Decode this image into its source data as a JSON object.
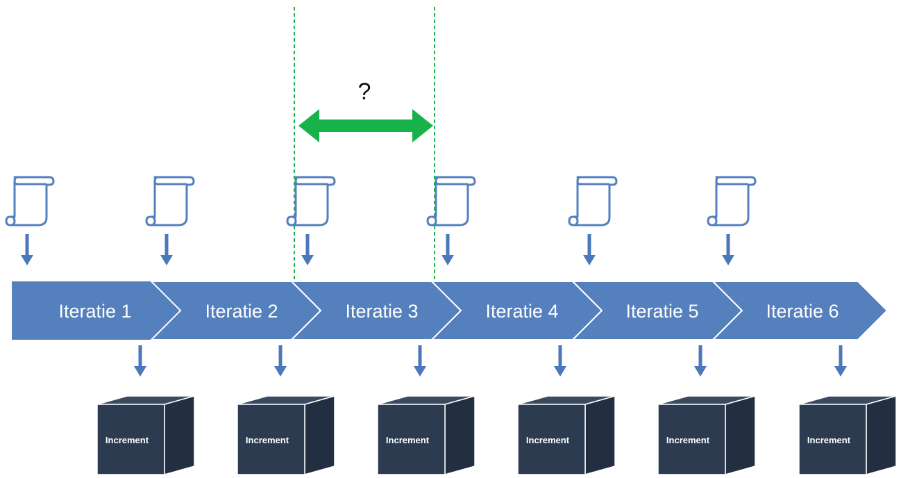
{
  "diagram": {
    "question_mark": "?",
    "iterations": [
      {
        "label": "Iteratie 1",
        "increment": "Increment"
      },
      {
        "label": "Iteratie 2",
        "increment": "Increment"
      },
      {
        "label": "Iteratie 3",
        "increment": "Increment"
      },
      {
        "label": "Iteratie 4",
        "increment": "Increment"
      },
      {
        "label": "Iteratie 5",
        "increment": "Increment"
      },
      {
        "label": "Iteratie 6",
        "increment": "Increment"
      }
    ],
    "colors": {
      "chevron_fill": "#5580BE",
      "chevron_border": "#FFFFFF",
      "arrow": "#4A78BA",
      "scroll_stroke": "#5580BE",
      "cube_front": "#2C3B50",
      "cube_top": "#3A4A60",
      "cube_side": "#232F40",
      "double_arrow": "#17B24A",
      "dashed_line": "#17B24A"
    }
  }
}
